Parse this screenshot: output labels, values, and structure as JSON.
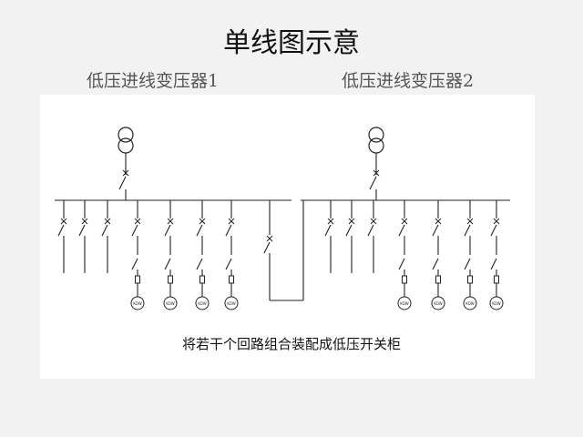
{
  "title": "单线图示意",
  "transformer_1_label": "低压进线变压器1",
  "transformer_2_label": "低压进线变压器2",
  "caption": "将若干个回路组合装配成低压开关柜",
  "motor_label": "KOW",
  "colors": {
    "background": "#f2f2f2",
    "panel": "#ffffff",
    "line": "#222222"
  }
}
